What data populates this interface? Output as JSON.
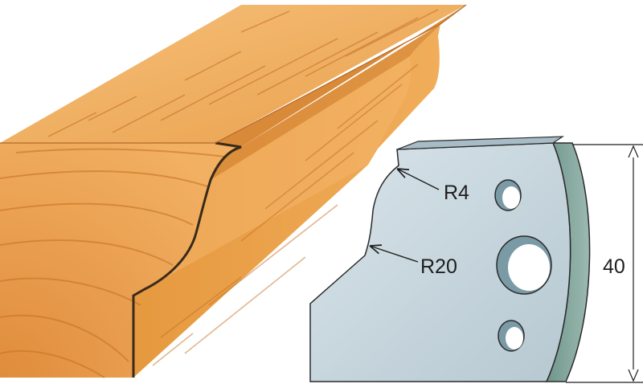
{
  "labels": {
    "radius_small": "R4",
    "radius_large": "R20",
    "height": "40"
  },
  "colors": {
    "wood_light": "#f3b25e",
    "wood_mid": "#e59a45",
    "wood_dark": "#c77426",
    "grain": "#b86a28",
    "steel_face": "#c6d5dc",
    "steel_edge": "#7fa39a",
    "outline": "#2a2a2a"
  }
}
